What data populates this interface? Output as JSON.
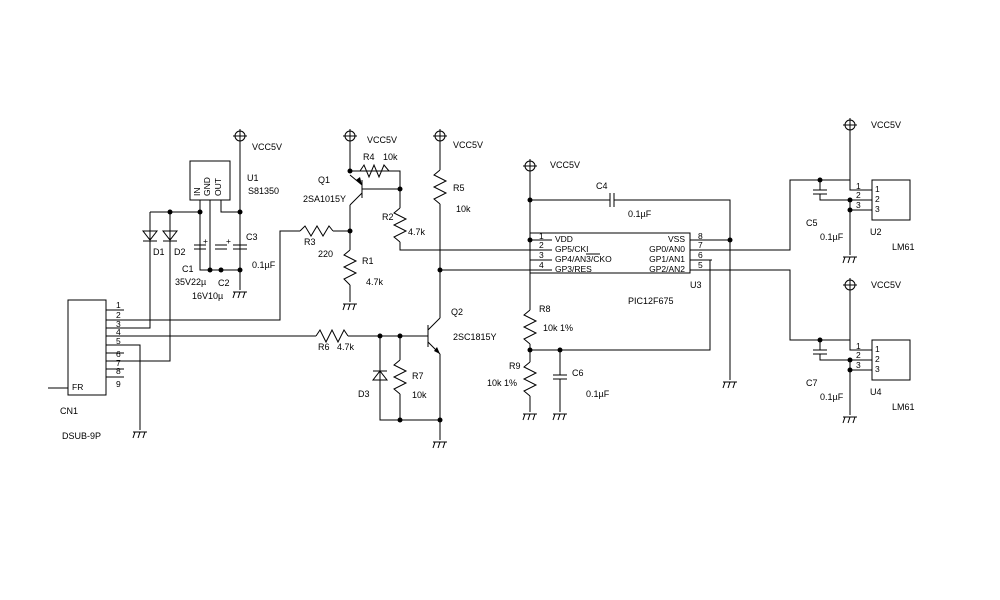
{
  "power": {
    "vcc": "VCC5V"
  },
  "connector": {
    "ref": "CN1",
    "type": "DSUB-9P",
    "frame_label": "FR",
    "pins": [
      "1",
      "2",
      "3",
      "4",
      "5",
      "6",
      "7",
      "8",
      "9"
    ]
  },
  "regulator": {
    "ref": "U1",
    "part": "S81350",
    "pins": [
      "IN",
      "GND",
      "OUT"
    ]
  },
  "diodes": {
    "d1": "D1",
    "d2": "D2",
    "d3": "D3"
  },
  "capacitors": {
    "c1": {
      "ref": "C1",
      "value": "35V22µ"
    },
    "c2": {
      "ref": "C2",
      "value": "16V10µ"
    },
    "c3": {
      "ref": "C3",
      "value": "0.1µF"
    },
    "c4": {
      "ref": "C4",
      "value": "0.1µF"
    },
    "c5": {
      "ref": "C5",
      "value": "0.1µF"
    },
    "c6": {
      "ref": "C6",
      "value": "0.1µF"
    },
    "c7": {
      "ref": "C7",
      "value": "0.1µF"
    }
  },
  "resistors": {
    "r1": {
      "ref": "R1",
      "value": "4.7k"
    },
    "r2": {
      "ref": "R2",
      "value": "4.7k"
    },
    "r3": {
      "ref": "R3",
      "value": "220"
    },
    "r4": {
      "ref": "R4",
      "value": "10k"
    },
    "r5": {
      "ref": "R5",
      "value": "10k"
    },
    "r6": {
      "ref": "R6",
      "value": "4.7k"
    },
    "r7": {
      "ref": "R7",
      "value": "10k"
    },
    "r8": {
      "ref": "R8",
      "value": "10k 1%"
    },
    "r9": {
      "ref": "R9",
      "value": "10k 1%"
    }
  },
  "transistors": {
    "q1": {
      "ref": "Q1",
      "part": "2SA1015Y"
    },
    "q2": {
      "ref": "Q2",
      "part": "2SC1815Y"
    }
  },
  "mcu": {
    "ref": "U3",
    "part": "PIC12F675",
    "left_pins": [
      {
        "num": "1",
        "name": "VDD"
      },
      {
        "num": "2",
        "name": "GP5/CKI"
      },
      {
        "num": "3",
        "name": "GP4/AN3/CKO"
      },
      {
        "num": "4",
        "name": "GP3/RES"
      }
    ],
    "right_pins": [
      {
        "num": "8",
        "name": "VSS"
      },
      {
        "num": "7",
        "name": "GP0/AN0"
      },
      {
        "num": "6",
        "name": "GP1/AN1"
      },
      {
        "num": "5",
        "name": "GP2/AN2"
      }
    ]
  },
  "sensors": [
    {
      "ref": "U2",
      "part": "LM61",
      "pins": [
        "1",
        "2",
        "3"
      ]
    },
    {
      "ref": "U4",
      "part": "LM61",
      "pins": [
        "1",
        "2",
        "3"
      ]
    }
  ]
}
